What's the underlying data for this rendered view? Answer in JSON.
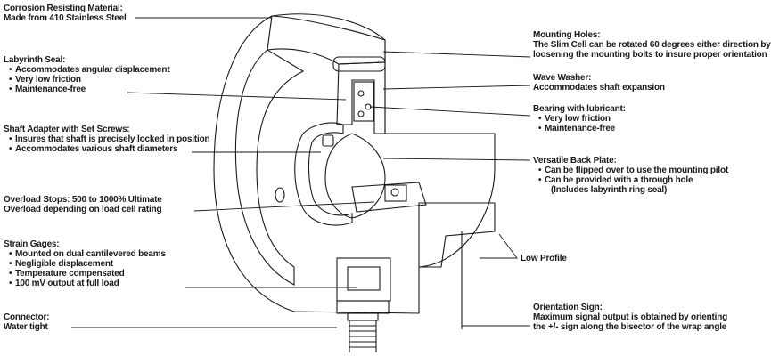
{
  "callouts": {
    "material": {
      "heading": "Corrosion Resisting Material:",
      "text": "Made from 410 Stainless Steel"
    },
    "labyrinth": {
      "heading": "Labyrinth Seal:",
      "bullets": [
        "Accommodates angular displacement",
        "Very low friction",
        "Maintenance-free"
      ]
    },
    "adapter": {
      "heading": "Shaft Adapter with Set Screws:",
      "bullets": [
        "Insures that shaft is precisely locked in position",
        "Accommodates various shaft diameters"
      ]
    },
    "overload": {
      "heading": "Overload Stops: 500 to 1000% Ultimate",
      "text": "Overload depending on load cell rating"
    },
    "strain": {
      "heading": "Strain Gages:",
      "bullets": [
        "Mounted on dual cantilevered beams",
        "Negligible displacement",
        "Temperature compensated",
        "100 mV output at full load"
      ]
    },
    "connector": {
      "heading": "Connector:",
      "text": "Water tight"
    },
    "mounting": {
      "heading": "Mounting Holes:",
      "lines": [
        "The Slim Cell can be rotated 60 degrees either direction by",
        "loosening the mounting bolts to insure proper orientation"
      ]
    },
    "washer": {
      "heading": "Wave Washer:",
      "text": "Accommodates shaft expansion"
    },
    "bearing": {
      "heading": "Bearing with lubricant:",
      "bullets": [
        "Very low friction",
        "Maintenance-free"
      ]
    },
    "backplate": {
      "heading": "Versatile Back Plate:",
      "bullets": [
        "Can be flipped over to use the mounting pilot",
        "Can be provided with a through hole"
      ],
      "note": "(Includes labyrinth ring seal)"
    },
    "profile": {
      "text": "Low Profile"
    },
    "orientation": {
      "heading": "Orientation Sign:",
      "lines": [
        "Maximum signal output is obtained by orienting",
        "the +/- sign along the bisector of the wrap angle"
      ]
    }
  }
}
